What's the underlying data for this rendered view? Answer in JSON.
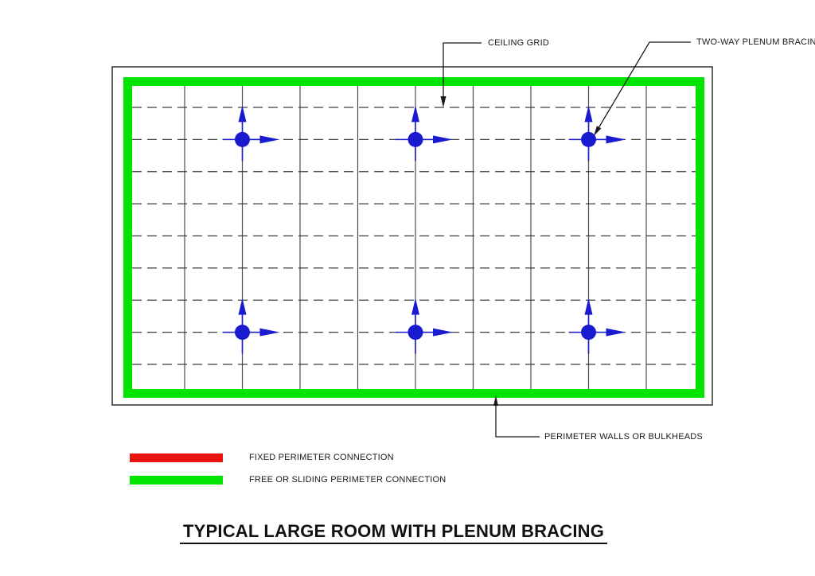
{
  "title": {
    "text": "TYPICAL LARGE ROOM WITH PLENUM BRACING"
  },
  "callouts": {
    "ceiling_grid": "CEILING GRID",
    "two_way_plenum_bracing": "TWO-WAY PLENUM BRACING",
    "perimeter_walls": "PERIMETER WALLS OR BULKHEADS"
  },
  "legend": {
    "items": [
      {
        "label": "FIXED PERIMETER CONNECTION",
        "swatch_color": "#EC1313"
      },
      {
        "label": "FREE OR SLIDING PERIMETER CONNECTION",
        "swatch_color": "#00E400"
      }
    ]
  },
  "diagram": {
    "colors": {
      "free_perimeter": "#00E400",
      "fixed_perimeter": "#EC1313",
      "bracing": "#1A1AD1",
      "grid_line": "#4D4D4D",
      "grid_dash": "#3F3F3F",
      "outline": "#2E2E2E",
      "leader": "#1A1A1A"
    },
    "grid": {
      "vertical_solid_lines": 9,
      "horizontal_dashed_lines": 9,
      "bracing_columns": [
        2,
        5,
        8
      ],
      "bracing_rows": [
        2,
        8
      ]
    }
  }
}
